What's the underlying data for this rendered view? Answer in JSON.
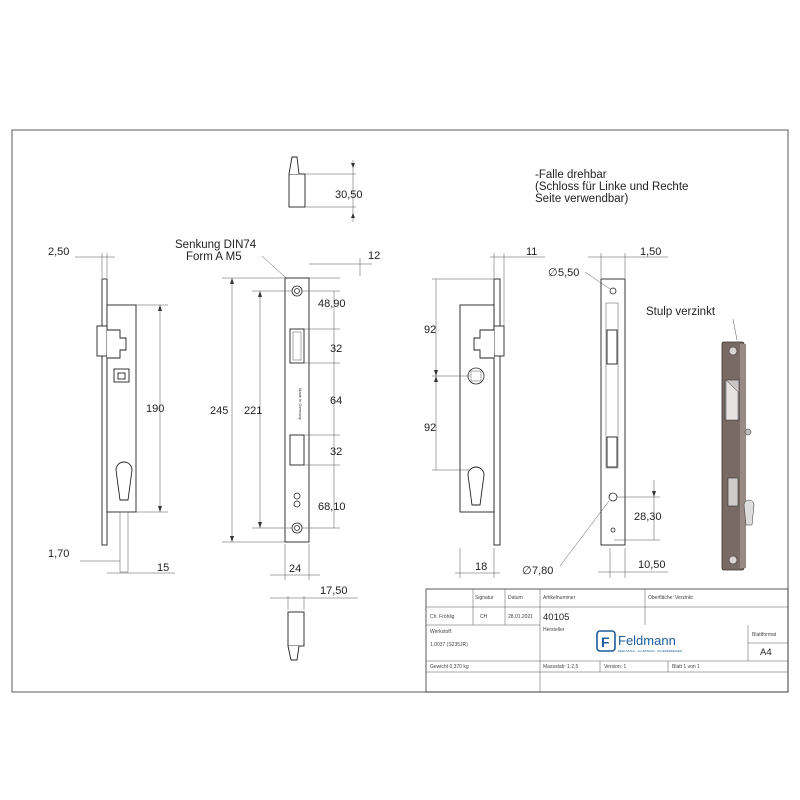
{
  "notes": {
    "falle_line1": "-Falle drehbar",
    "falle_line2": "(Schloss für Linke und Rechte",
    "falle_line3": "Seite verwendbar)",
    "senkung_line1": "Senkung DIN74",
    "senkung_line2": "Form A M5",
    "stulp": "Stulp verzinkt",
    "made_in_germany": "Made in Germany"
  },
  "dimensions": {
    "top_latch": "30,50",
    "left_thickness": "2,50",
    "left_height": "190",
    "left_bottom": "1,70",
    "left_15": "15",
    "d12": "12",
    "d48_90": "48,90",
    "d32a": "32",
    "d64": "64",
    "d32b": "32",
    "d68_10": "68,10",
    "d245": "245",
    "d221": "221",
    "d24": "24",
    "d17_50": "17,50",
    "d11": "11",
    "d1_50": "1,50",
    "d5_50": "5,50",
    "d92a": "92",
    "d92b": "92",
    "d28_30": "28,30",
    "d7_80": "7,80",
    "d10_50": "10,50",
    "d18": "18",
    "dia_symbol": "∅"
  },
  "title_block": {
    "h_artikelnummer": "Artikelnummer",
    "h_oberflaeche": "Oberfläche:",
    "v_oberflaeche": "Verzinkt",
    "h_signatur": "Signatur",
    "h_datum": "Datum",
    "r_name": "Ch. Fröhlig",
    "r_signatur": "CH",
    "r_datum": "28.01.2021",
    "article_number": "40105",
    "h_hersteller": "Hersteller",
    "h_werkstoff": "Werkstoff:",
    "v_werkstoff": "1.0037 (S235JR)",
    "h_gewicht": "Gewicht 0,370 kg",
    "h_massstab": "Massstab: 1:2,5",
    "h_version": "Version: 1",
    "h_blatt": "Blatt 1 von 1",
    "h_blattformat": "Blattformat",
    "v_blattformat": "A4",
    "logo_text": "Feldmann",
    "logo_sub": "EDELSTAHL · ALUMINIUM · SCHMIEDEEISEN",
    "logo_letter": "F"
  },
  "colors": {
    "line": "#333333",
    "plate": "#7a6a66",
    "logo": "#1c5c9c"
  }
}
